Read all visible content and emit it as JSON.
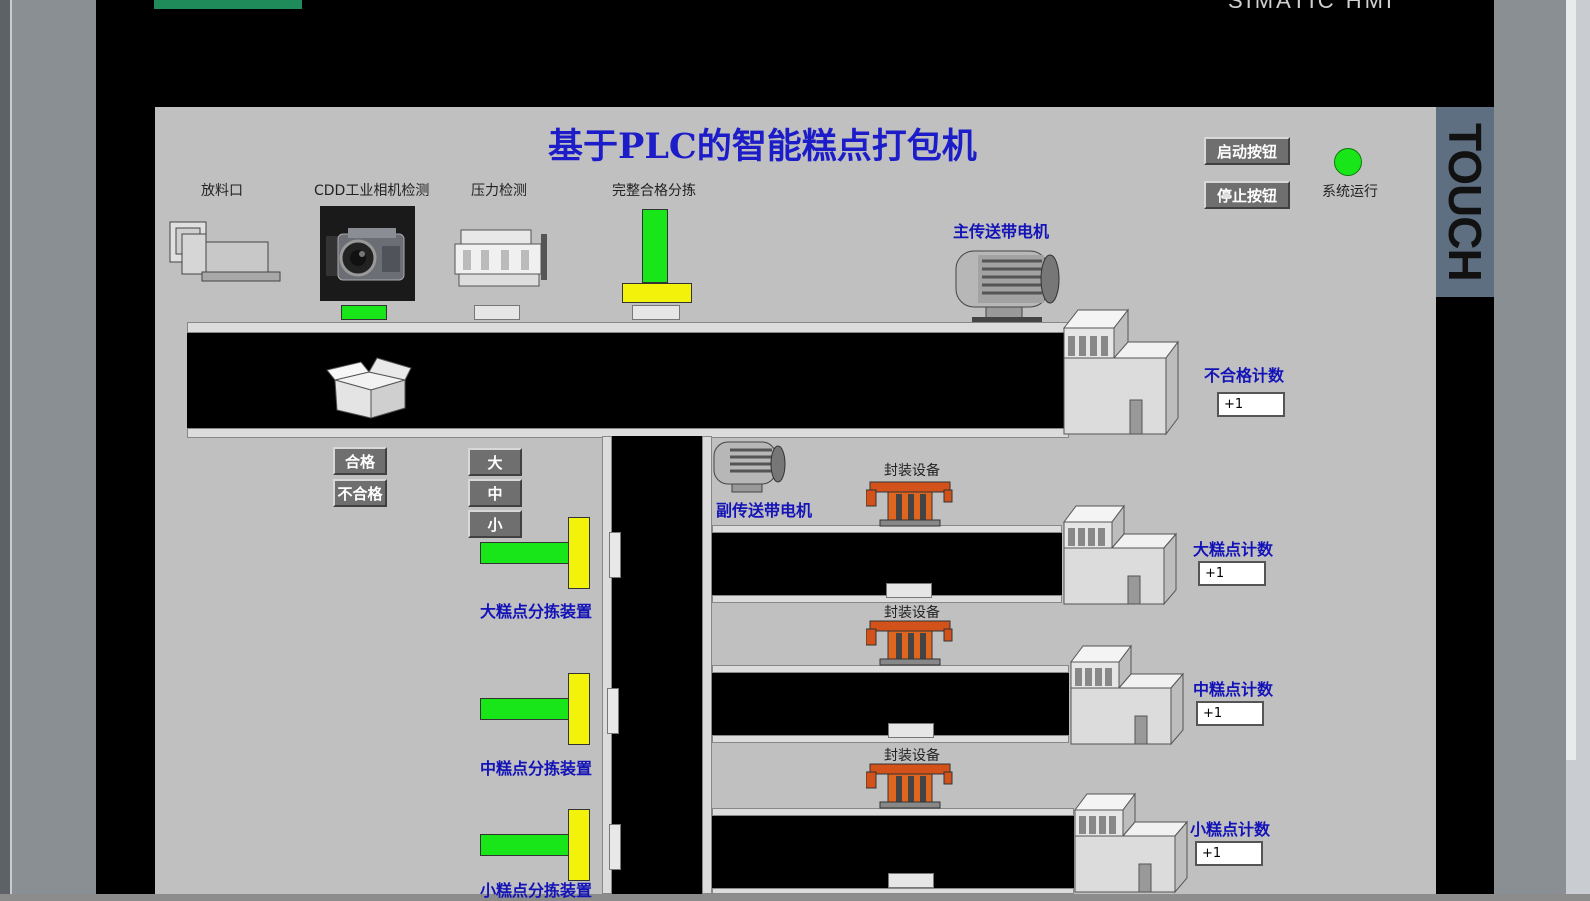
{
  "header": {
    "brand": "SIMATIC HMI"
  },
  "title": "基于PLC的智能糕点打包机",
  "side_tab": "TOUCH",
  "controls": {
    "start_button": "启动按钮",
    "stop_button": "停止按钮",
    "run_indicator_label": "系统运行"
  },
  "stations": {
    "feed": "放料口",
    "camera": "CDD工业相机检测",
    "pressure": "压力检测",
    "sorting": "完整合格分拣"
  },
  "main_motor": "主传送带电机",
  "sub_motor": "副传送带电机",
  "quality": {
    "pass": "合格",
    "fail": "不合格"
  },
  "sizes": {
    "large": "大",
    "medium": "中",
    "small": "小"
  },
  "sorters": {
    "large": "大糕点分拣装置",
    "medium": "中糕点分拣装置",
    "small": "小糕点分拣装置"
  },
  "packaging": {
    "label": "封装设备"
  },
  "counters": {
    "fail": {
      "label": "不合格计数",
      "value": "+1"
    },
    "large": {
      "label": "大糕点计数",
      "value": "+1"
    },
    "medium": {
      "label": "中糕点计数",
      "value": "+1"
    },
    "small": {
      "label": "小糕点计数",
      "value": "+1"
    }
  },
  "colors": {
    "title": "#1c1cc9",
    "indicator_on": "#19e619",
    "sorter_yellow": "#f2f20a"
  }
}
